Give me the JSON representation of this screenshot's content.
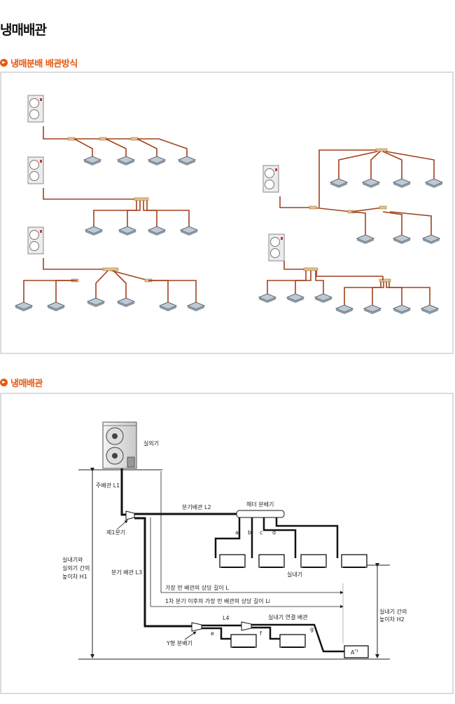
{
  "page": {
    "title": "냉매배관"
  },
  "section1": {
    "title": "냉매분배 배관방식"
  },
  "section2": {
    "title": "냉매배관"
  },
  "diagram": {
    "outdoor_unit": "실외기",
    "main_pipe": "주배관 L1",
    "first_branch": "제1분기",
    "branch_pipe_l2": "분기배관 L2",
    "header": "헤더 분배기",
    "branch_letters": [
      "a",
      "b",
      "c",
      "d"
    ],
    "indoor_unit": "실내기",
    "height_h1_lines": [
      "실내기와",
      "실외기 간의",
      "높이차 H1"
    ],
    "branch_pipe_l3": "분기 배관 L3",
    "longest_l": "가장 먼 배관의 상당 길이 L",
    "longest_li": "1차 분기 이후의 가장 먼 배관의 상당 길이 Li",
    "height_h2_lines": [
      "실내기 간의",
      "높이차 H2"
    ],
    "l4": "L4",
    "indoor_connection": "실내기 연결 배관",
    "y_branch": "Y형 분배기",
    "letter_e": "e",
    "letter_f": "f",
    "letter_g": "g",
    "unit_a": "A",
    "unit_a_sup": "*1"
  },
  "colors": {
    "accent": "#e8580c",
    "pipe": "#a0411e",
    "border": "#dcdcdc"
  }
}
